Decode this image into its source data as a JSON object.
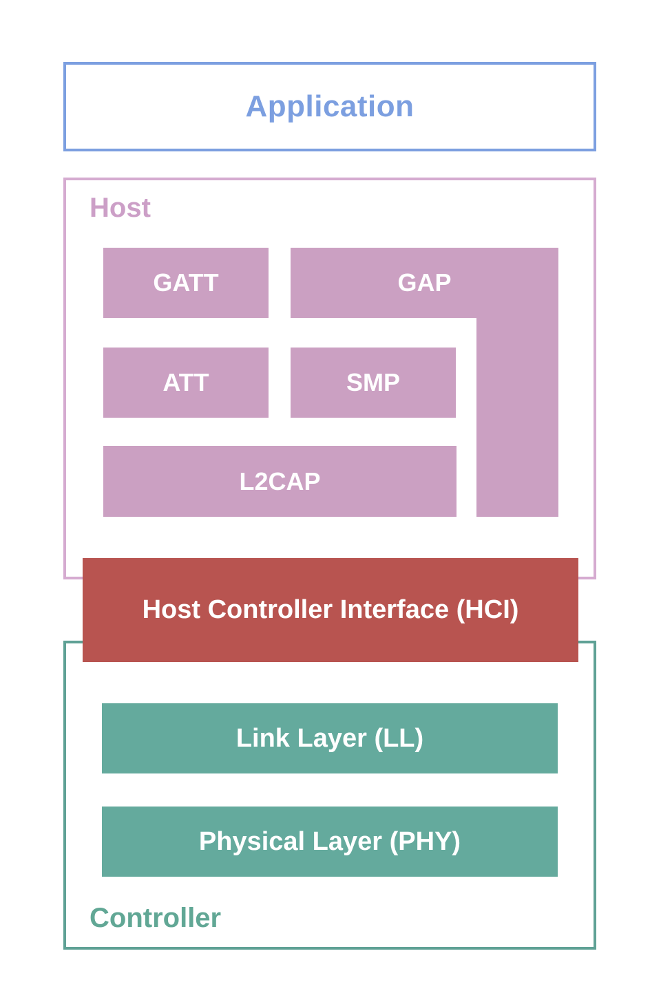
{
  "diagram": {
    "title_hint": "Bluetooth Low Energy protocol stack block diagram",
    "application": {
      "label": "Application"
    },
    "host": {
      "label": "Host",
      "blocks": {
        "gatt": "GATT",
        "gap": "GAP",
        "att": "ATT",
        "smp": "SMP",
        "l2cap": "L2CAP"
      }
    },
    "hci": {
      "label": "Host Controller Interface (HCI)"
    },
    "controller": {
      "label": "Controller",
      "blocks": {
        "link_layer": "Link Layer (LL)",
        "physical_layer": "Physical Layer (PHY)"
      }
    },
    "colors": {
      "application_accent": "#7C9FE0",
      "host_border": "#D5ABD0",
      "host_label": "#CC9FC7",
      "host_block_fill": "#CBA0C2",
      "hci_fill": "#B85450",
      "controller_border": "#5FA195",
      "controller_label": "#61A795",
      "controller_block_fill": "#64AA9D",
      "block_text": "#FFFFFF"
    }
  }
}
